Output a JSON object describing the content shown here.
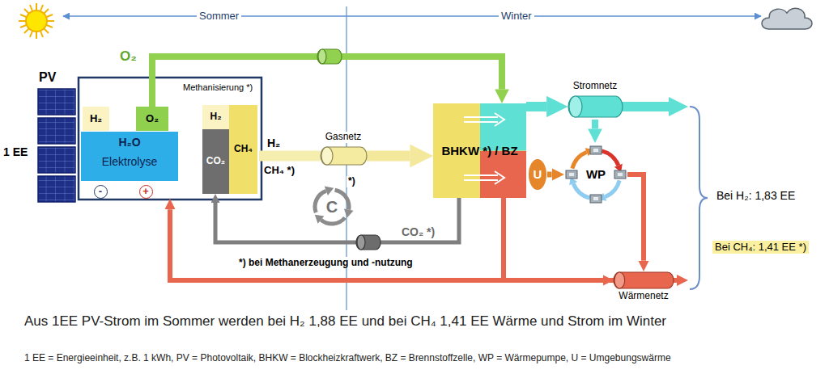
{
  "diagram": {
    "caption": "Aus 1EE PV-Strom im Sommer werden bei H₂ 1,88 EE und bei CH₄ 1,41 EE Wärme und Strom im Winter",
    "nodes": [
      {
        "text": [
          "H₂O",
          "Elektrolyse"
        ]
      },
      {
        "text": [
          "H₂"
        ],
        "in": 0
      },
      {
        "text": [
          "O₂"
        ],
        "in": 0
      },
      {
        "text": [
          "-"
        ],
        "in": 0
      },
      {
        "text": [
          "+"
        ],
        "in": 0
      },
      {
        "text": [
          "Methanisierung *)"
        ]
      },
      {
        "text": [
          "H₂"
        ],
        "in": 5
      },
      {
        "text": [
          "CO₂"
        ],
        "in": 5
      },
      {
        "text": [
          "CH₄"
        ],
        "in": 5
      },
      {
        "text": [
          "Gasnetz"
        ]
      },
      {
        "text": [
          "BHKW *) / BZ"
        ]
      },
      {
        "text": [
          "Stromnetz"
        ]
      },
      {
        "text": [
          "WP"
        ]
      },
      {
        "text": [
          "U"
        ]
      },
      {
        "text": [
          "Wärmenetz"
        ]
      },
      {
        "text": [
          "C",
          "*)"
        ]
      }
    ],
    "edges": [
      {
        "from": 2,
        "to": 10,
        "arrow": "to"
      },
      {
        "from": 5,
        "to": 9,
        "label": "H₂",
        "arrow": "none"
      },
      {
        "from": 9,
        "to": 10,
        "arrow": "to"
      },
      {
        "from": 10,
        "to": 7,
        "label": "CO₂ *)",
        "arrow": "to"
      },
      {
        "from": 10,
        "to": 11,
        "arrow": "to"
      },
      {
        "from": 11,
        "to": 12,
        "arrow": "to"
      },
      {
        "from": 13,
        "to": 12,
        "arrow": "to"
      },
      {
        "from": 12,
        "to": 14,
        "arrow": "to"
      },
      {
        "from": 10,
        "to": 14,
        "arrow": "to"
      },
      {
        "from": 14,
        "to": 0,
        "arrow": "to"
      }
    ],
    "labels": [
      "Sommer",
      "Winter",
      "PV",
      "1 EE",
      "O₂",
      "CH₄ *)",
      "*) bei Methanerzeugung und -nutzung",
      "Bei H₂: 1,83 EE",
      "Bei CH₄: 1,41 EE *)",
      "1 EE = Energieeinheit, z.B. 1 kWh, PV = Photovoltaik, BHKW = Blockheizkraftwerk, BZ = Brennstoffzelle, WP = Wärmepumpe, U = Umgebungswärme"
    ]
  }
}
